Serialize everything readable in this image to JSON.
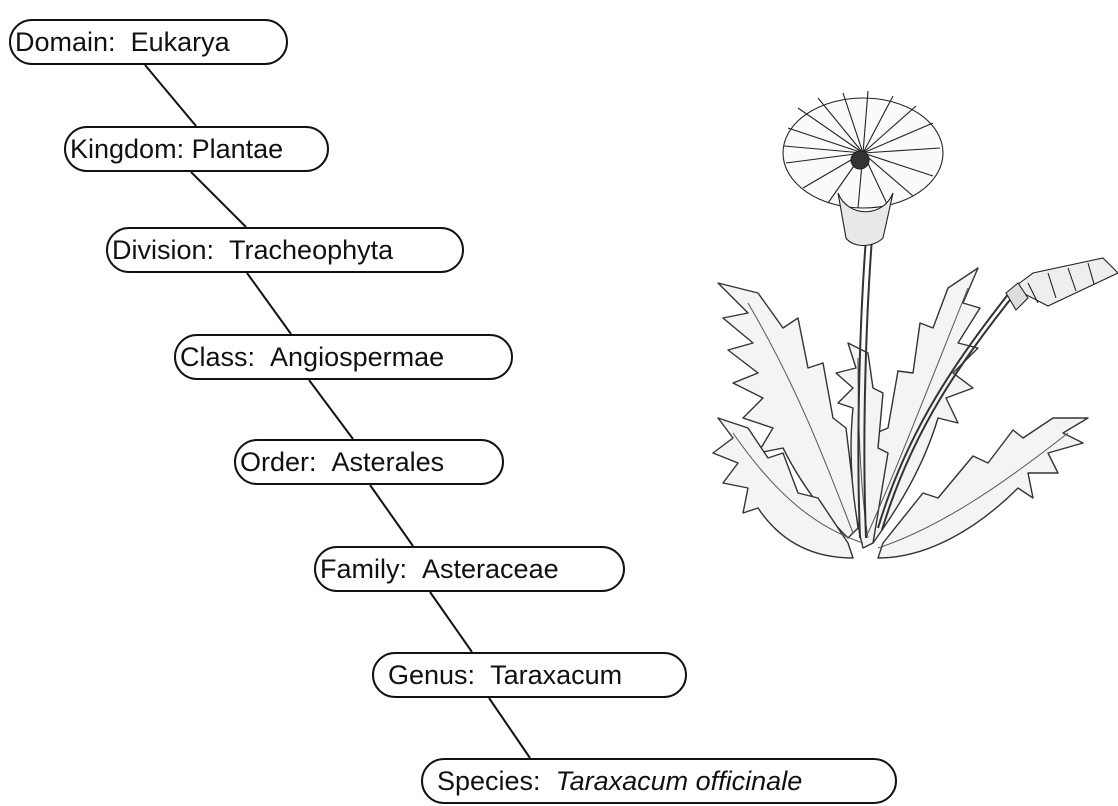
{
  "diagram": {
    "nodes": [
      {
        "rank": "Domain:",
        "value": "Eukarya",
        "italic": false
      },
      {
        "rank": "Kingdom:",
        "value": "Plantae",
        "italic": false
      },
      {
        "rank": "Division:",
        "value": "Tracheophyta",
        "italic": false
      },
      {
        "rank": "Class:",
        "value": "Angiospermae",
        "italic": false
      },
      {
        "rank": "Order:",
        "value": "Asterales",
        "italic": false
      },
      {
        "rank": "Family:",
        "value": "Asteraceae",
        "italic": false
      },
      {
        "rank": "Genus:",
        "value": "Taraxacum",
        "italic": false
      },
      {
        "rank": "Species:",
        "value": "Taraxacum officinale",
        "italic": true
      }
    ],
    "edges": [
      [
        0,
        1
      ],
      [
        1,
        2
      ],
      [
        2,
        3
      ],
      [
        3,
        4
      ],
      [
        4,
        5
      ],
      [
        5,
        6
      ],
      [
        6,
        7
      ]
    ],
    "colors": {
      "stroke": "#111111",
      "fill": "#ffffff",
      "text": "#111111"
    },
    "illustration": "dandelion-plant-sketch"
  }
}
